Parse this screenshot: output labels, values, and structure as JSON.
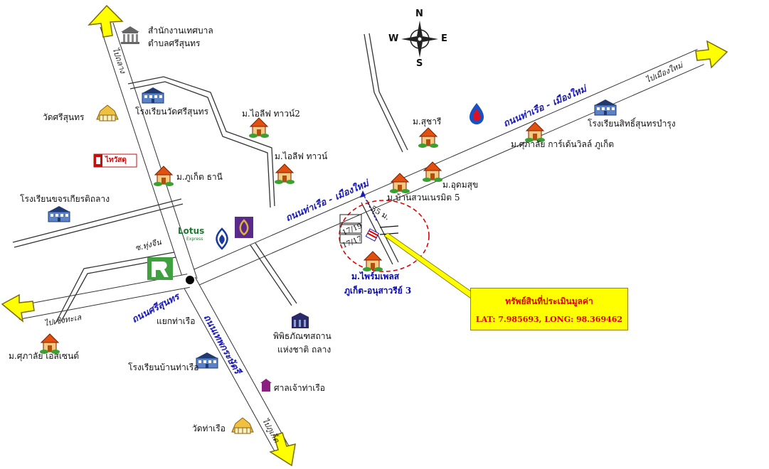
{
  "compass": {
    "n": "N",
    "s": "S",
    "e": "E",
    "w": "W"
  },
  "roads": {
    "main_upper": "ถนนท่าเรือ - เมืองใหม่",
    "main_lower": "ถนนท่าเรือ - เมืองใหม่",
    "to_mueang_mai": "ไปเมืองใหม่",
    "to_thalang": "ไปถลาง",
    "to_choeng_thale": "ไปเชิงทะเล",
    "si_sunthon": "ถนนศรีสุนทร",
    "thep_krasattri": "ถนนเทพกระษัตรี",
    "to_phuket": "ไปภูเก็ต",
    "soi_thung_chin": "ซ.ทุ่งจีน"
  },
  "places": {
    "municipality": [
      "สำนักงานเทศบาล",
      "ตำบลศรีสุนทร"
    ],
    "school_wat_si_sunthon": "โรงเรียนวัดศรีสุนทร",
    "wat_si_sunthon": "วัดศรีสุนทร",
    "thai_watsadu": "ไทวัสดุ",
    "school_khajorn": "โรงเรียนขจรเกียรติถลาง",
    "phuket_thani": "ม.ภูเก็ต ธานี",
    "ilife_town2": "ม.ไอลีฟ ทาวน์2",
    "ilife_town": "ม.ไอลีฟ ทาวน์",
    "suchari": "ม.สุชารี",
    "school_sitthisunthon": "โรงเรียนสิทธิ์สุนทรบำรุง",
    "supalai_garden": "ม.ศุภาลัย การ์เด้นวิลล์ ภูเก็ต",
    "udom_suk": "ม.อุดมสุข",
    "ban_suan_neramit": "ม.บ้านสวนเนรมิต 5",
    "prime_place": [
      "ม.ไพร์มเพลส",
      "ภูเก็ต-อนุสาวรีย์ 3"
    ],
    "lotus": "Lotus",
    "lotus_sub": "Express",
    "junction": "แยกท่าเรือ",
    "museum": [
      "พิพิธภัณฑสถาน",
      "แห่งชาติ ถลาง"
    ],
    "supalai_ascent": "ม.ศุภาลัย เอสเซนต์",
    "school_ban_tha_rua": "โรงเรียนบ้านท่าเรือ",
    "shrine": "ศาลเจ้าท่าเรือ",
    "wat_tha_rua": "วัดท่าเรือ"
  },
  "property": {
    "distance": "55 ม.",
    "plot_a": "17/19",
    "plot_b": "17/17"
  },
  "callout": {
    "title": "ทรัพย์สินที่ประเมินมูลค่า",
    "coords": "LAT: 7.985693,   LONG: 98.369462"
  },
  "colors": {
    "road_fill": "#ffffff",
    "road_edge": "#333333",
    "arrow_yellow": "#ffff00",
    "road_label_blue": "#1a1ab4",
    "marker_red": "#e00000",
    "callout_bg": "#ffff00"
  }
}
